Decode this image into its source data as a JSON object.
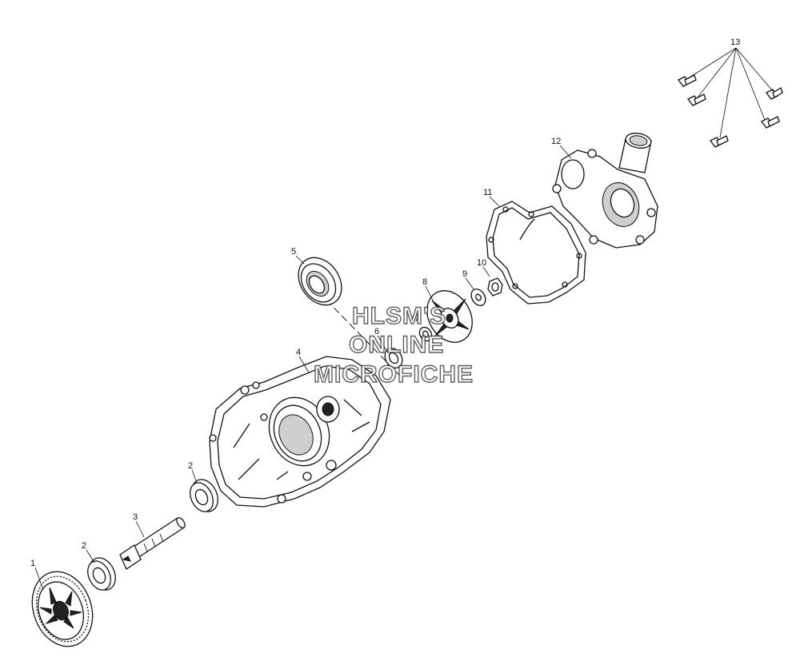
{
  "diagram": {
    "parts": [
      {
        "id": "p1",
        "label": "1"
      },
      {
        "id": "p2a",
        "label": "2"
      },
      {
        "id": "p2b",
        "label": "2"
      },
      {
        "id": "p3",
        "label": "3"
      },
      {
        "id": "p4",
        "label": "4"
      },
      {
        "id": "p5",
        "label": "5"
      },
      {
        "id": "p6",
        "label": "6"
      },
      {
        "id": "p7",
        "label": "7"
      },
      {
        "id": "p8",
        "label": "8"
      },
      {
        "id": "p9",
        "label": "9"
      },
      {
        "id": "p10",
        "label": "10"
      },
      {
        "id": "p11",
        "label": "11"
      },
      {
        "id": "p12",
        "label": "12"
      },
      {
        "id": "p13",
        "label": "13"
      }
    ],
    "watermark": {
      "line1": "HLSM'S",
      "line2": "ONLINE",
      "line3": "MICROFICHE"
    }
  }
}
